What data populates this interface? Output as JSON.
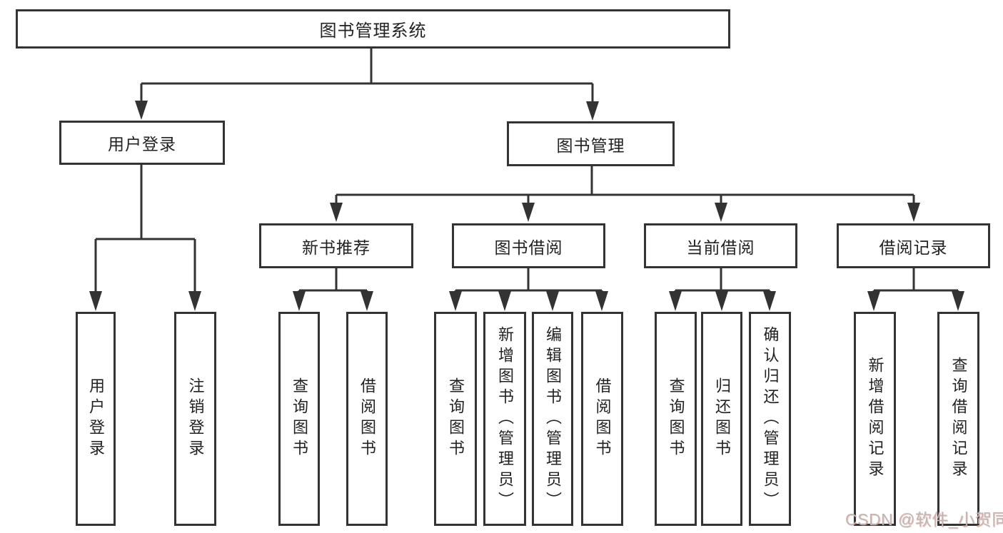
{
  "colors": {
    "line": "#333333",
    "text": "#222222",
    "background": "#ffffff",
    "watermark_gray": "#b9b9b9",
    "csdn_red": "#fc5531"
  },
  "diagram": {
    "root": "图书管理系统",
    "level1": [
      "用户登录",
      "图书管理"
    ],
    "level2": [
      "新书推荐",
      "图书借阅",
      "当前借阅",
      "借阅记录"
    ],
    "leaves": {
      "user_login": [
        "用户登录",
        "注销登录"
      ],
      "new_book_recommend": [
        "查询图书",
        "借阅图书"
      ],
      "book_borrow": [
        "查询图书",
        "新增图书（管理员）",
        "编辑图书（管理员）",
        "借阅图书"
      ],
      "current_borrow": [
        "查询图书",
        "归还图书",
        "确认归还（管理员）"
      ],
      "borrow_record": [
        "新增借阅记录",
        "查询借阅记录"
      ]
    }
  },
  "watermark": {
    "text": "CSDN @软件_小贺同学"
  }
}
